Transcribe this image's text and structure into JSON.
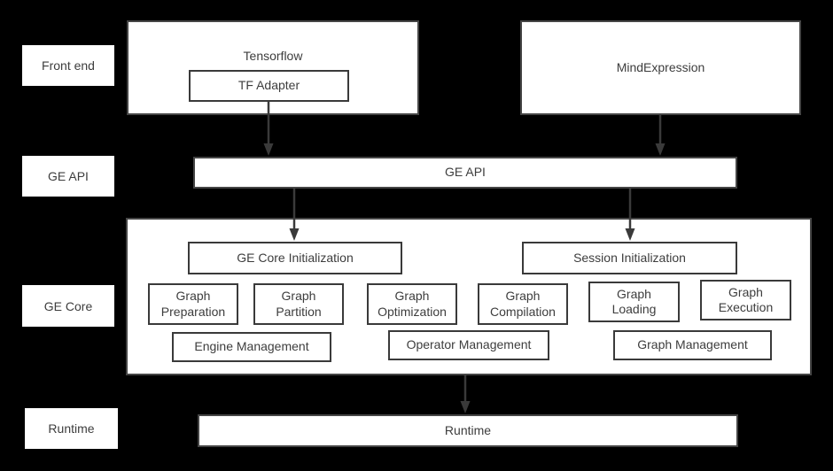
{
  "colors": {
    "background": "#000000",
    "box_fill": "#ffffff",
    "box_border": "#454545",
    "text": "#3d3d3d",
    "arrow": "#3a3a3a"
  },
  "layers": {
    "front_end": "Front end",
    "ge_api": "GE API",
    "ge_core": "GE Core",
    "runtime": "Runtime"
  },
  "front_end": {
    "tensorflow_label": "Tensorflow",
    "tf_adapter_label": "TF Adapter",
    "mindexpression_label": "MindExpression"
  },
  "ge_api": {
    "label": "GE API"
  },
  "ge_core": {
    "init_boxes": [
      "GE Core Initialization",
      "Session Initialization"
    ],
    "modules": [
      "Graph\nPreparation",
      "Graph\nPartition",
      "Graph\nOptimization",
      "Graph\nCompilation",
      "Graph\nLoading",
      "Graph\nExecution"
    ],
    "management_boxes": [
      "Engine Management",
      "Operator Management",
      "Graph Management"
    ]
  },
  "runtime": {
    "label": "Runtime"
  }
}
